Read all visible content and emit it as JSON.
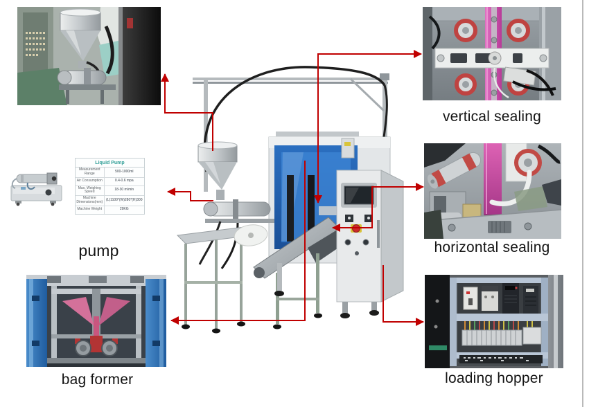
{
  "page": {
    "background": "#ffffff",
    "right_border_color": "#b9b9b9"
  },
  "colors": {
    "connector": "#c00000",
    "label_text": "#141414",
    "table_title": "#2e9e96",
    "film_pink": "#d357ae",
    "machine_blue": "#2b6fc0"
  },
  "callouts": {
    "pump": "pump",
    "bag_former": "bag former",
    "vertical_sealing": "vertical sealing",
    "horizontal_sealing": "horizontal sealing",
    "loading_hopper": "loading hopper"
  },
  "spec_table": {
    "title": "Liquid Pump",
    "rows": [
      {
        "label": "Measurement Range",
        "value": "500-1000ml"
      },
      {
        "label": "Air Consumption",
        "value": "0.4-0.6 mpa"
      },
      {
        "label": "Max. Weighing Speed",
        "value": "18-30 m/min"
      },
      {
        "label": "Machine Dimensions(mm)",
        "value": "(L)1100*(W)280*(H)300"
      },
      {
        "label": "Machine Weight",
        "value": "29KG"
      }
    ]
  }
}
